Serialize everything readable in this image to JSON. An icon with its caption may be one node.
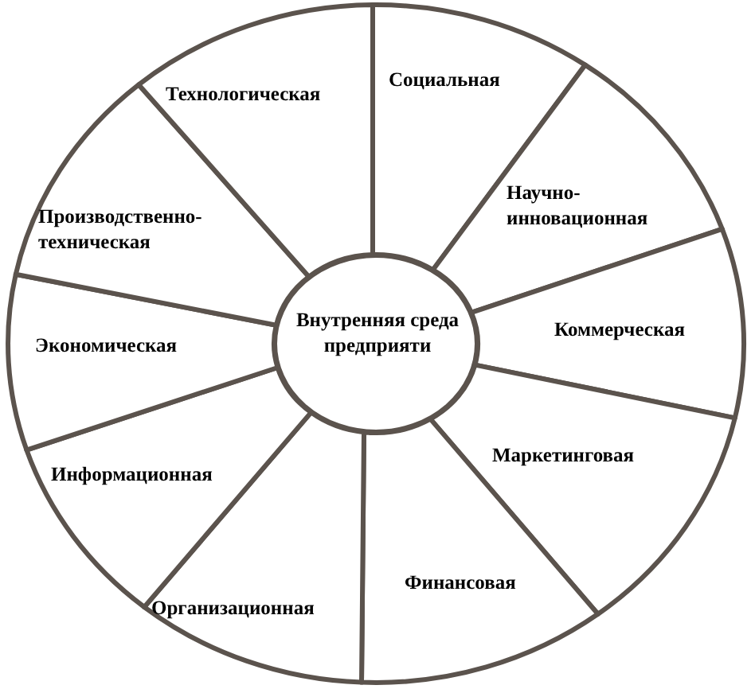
{
  "diagram": {
    "nodes": [
      {
        "text": [
          "Внутренняя среда предприяти"
        ]
      },
      {
        "text": [
          "Социальная"
        ]
      },
      {
        "text": [
          "Научно-инновационная"
        ]
      },
      {
        "text": [
          "Коммерческая"
        ]
      },
      {
        "text": [
          "Маркетинговая"
        ]
      },
      {
        "text": [
          "Финансовая"
        ]
      },
      {
        "text": [
          "Организационная"
        ]
      },
      {
        "text": [
          "Информационная"
        ]
      },
      {
        "text": [
          "Экономическая"
        ]
      },
      {
        "text": [
          "Производственно-техническая"
        ]
      },
      {
        "text": [
          "Технологическая"
        ]
      }
    ]
  }
}
